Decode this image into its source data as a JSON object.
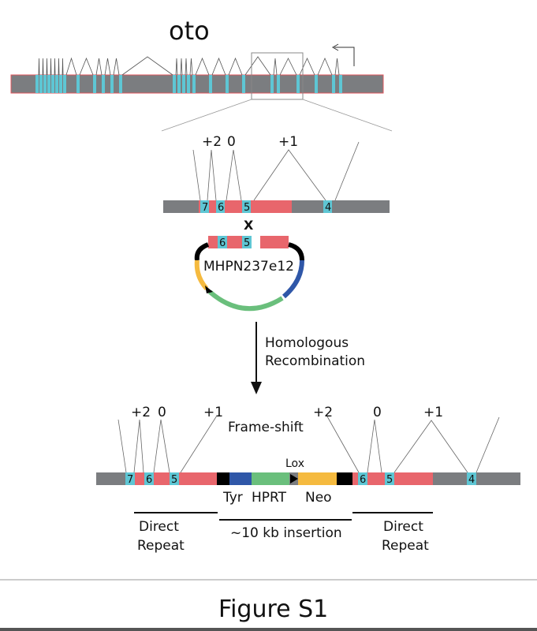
{
  "gene": {
    "name": "oto"
  },
  "colors": {
    "backbone": "#7b7d80",
    "backbone_edge": "#e0565c",
    "exon": "#5ec6d4",
    "red_region": "#e8666c",
    "tyr": "#2f57a8",
    "hprt": "#6abf7c",
    "neo": "#f5ba3f",
    "black": "#000000",
    "arrow": "#111111"
  },
  "zoom": {
    "frames": [
      "+2",
      "0",
      "+1"
    ],
    "exon_numbers": [
      "7",
      "6",
      "5",
      "4"
    ]
  },
  "vector": {
    "name": "MHPN237e12",
    "exon_numbers": [
      "6",
      "5"
    ],
    "crossover_symbol": "X"
  },
  "process": {
    "line1": "Homologous",
    "line2": "Recombination"
  },
  "result": {
    "frames_left": [
      "+2",
      "0",
      "+1"
    ],
    "frames_right": [
      "+2",
      "0",
      "+1"
    ],
    "frame_shift_label": "Frame-shift",
    "lox_label": "Lox",
    "cassette_labels": [
      "Tyr",
      "HPRT",
      "Neo"
    ],
    "exon_numbers_left": [
      "7",
      "6",
      "5"
    ],
    "exon_numbers_right": [
      "6",
      "5",
      "4"
    ],
    "left_repeat_line1": "Direct",
    "left_repeat_line2": "Repeat",
    "insertion_label": "~10 kb insertion",
    "right_repeat_line1": "Direct",
    "right_repeat_line2": "Repeat"
  },
  "caption": "Figure S1"
}
